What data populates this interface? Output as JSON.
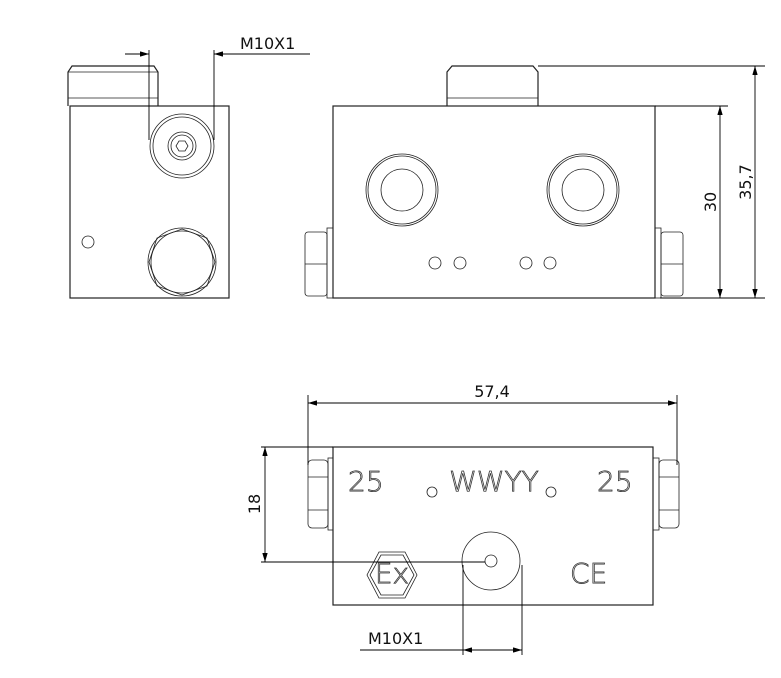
{
  "title": "Technical drawing of block with three views",
  "dimensions": {
    "thread_top": "M10X1",
    "height_body": "30",
    "height_total": "35,7",
    "length": "57,4",
    "depth": "18",
    "thread_bottom": "M10X1"
  },
  "engraving": {
    "left_number": "25",
    "code": "WWYY",
    "right_number": "25",
    "ex_mark": "Ex",
    "ce_mark": "CE"
  }
}
